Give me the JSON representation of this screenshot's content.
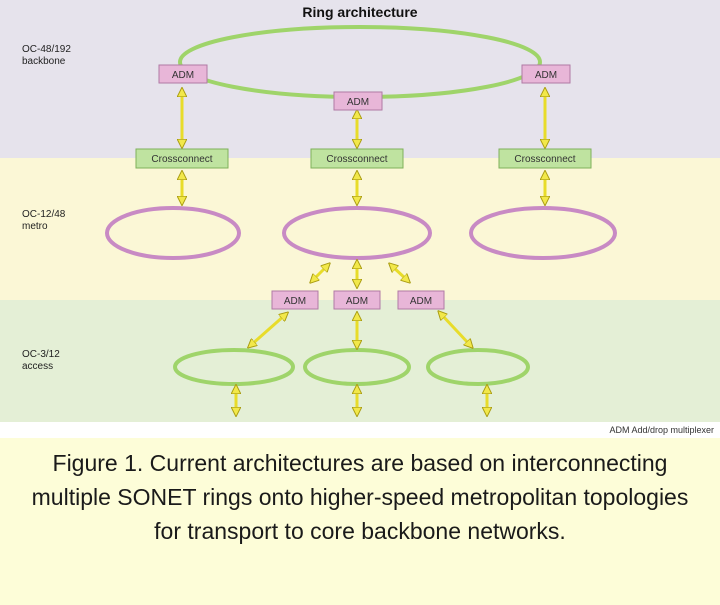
{
  "title": "Ring architecture",
  "bands": {
    "backbone": {
      "line1": "OC-48/192",
      "line2": "backbone"
    },
    "metro": {
      "line1": "OC-12/48",
      "line2": "metro"
    },
    "access": {
      "line1": "OC-3/12",
      "line2": "access"
    }
  },
  "nodes": {
    "adm_label": "ADM",
    "crossconnect_label": "Crossconnect"
  },
  "legend": "ADM Add/drop multiplexer",
  "caption": "Figure 1. Current architectures are based on interconnecting multiple SONET rings onto higher-speed metropolitan topologies for transport to core backbone networks.",
  "colors": {
    "backbone_band": "#e6e3ec",
    "metro_band": "#fbf7d6",
    "access_band": "#e4efd6",
    "green_ring": "#9fd46a",
    "purple_ring": "#c88ac4",
    "adm_box": "#e8b6d8",
    "crossconnect_box": "#bfe3a0",
    "arrow": "#f2e84a"
  }
}
